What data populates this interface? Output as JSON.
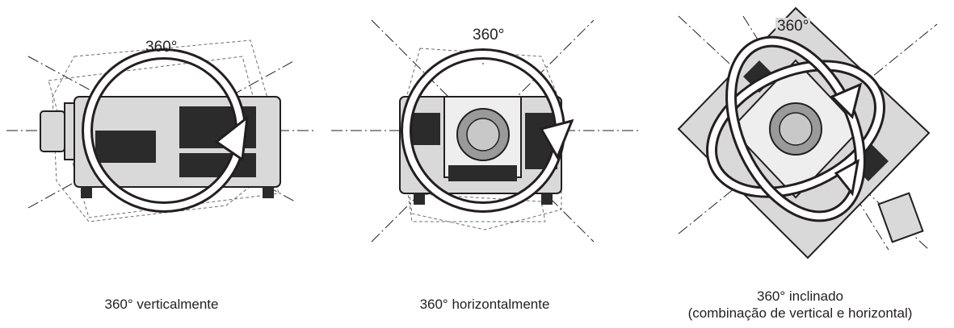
{
  "panels": [
    {
      "angle_label": "360°",
      "caption": "360° verticalmente",
      "caption_line2": ""
    },
    {
      "angle_label": "360°",
      "caption": "360° horizontalmente",
      "caption_line2": ""
    },
    {
      "angle_label": "360°",
      "caption": "360° inclinado",
      "caption_line2": "(combinação de vertical e horizontal)"
    }
  ],
  "colors": {
    "stroke": "#231f20",
    "body_fill": "#d9d9d9",
    "dark_fill": "#2b2b2b",
    "dash": "#6d6e71"
  }
}
